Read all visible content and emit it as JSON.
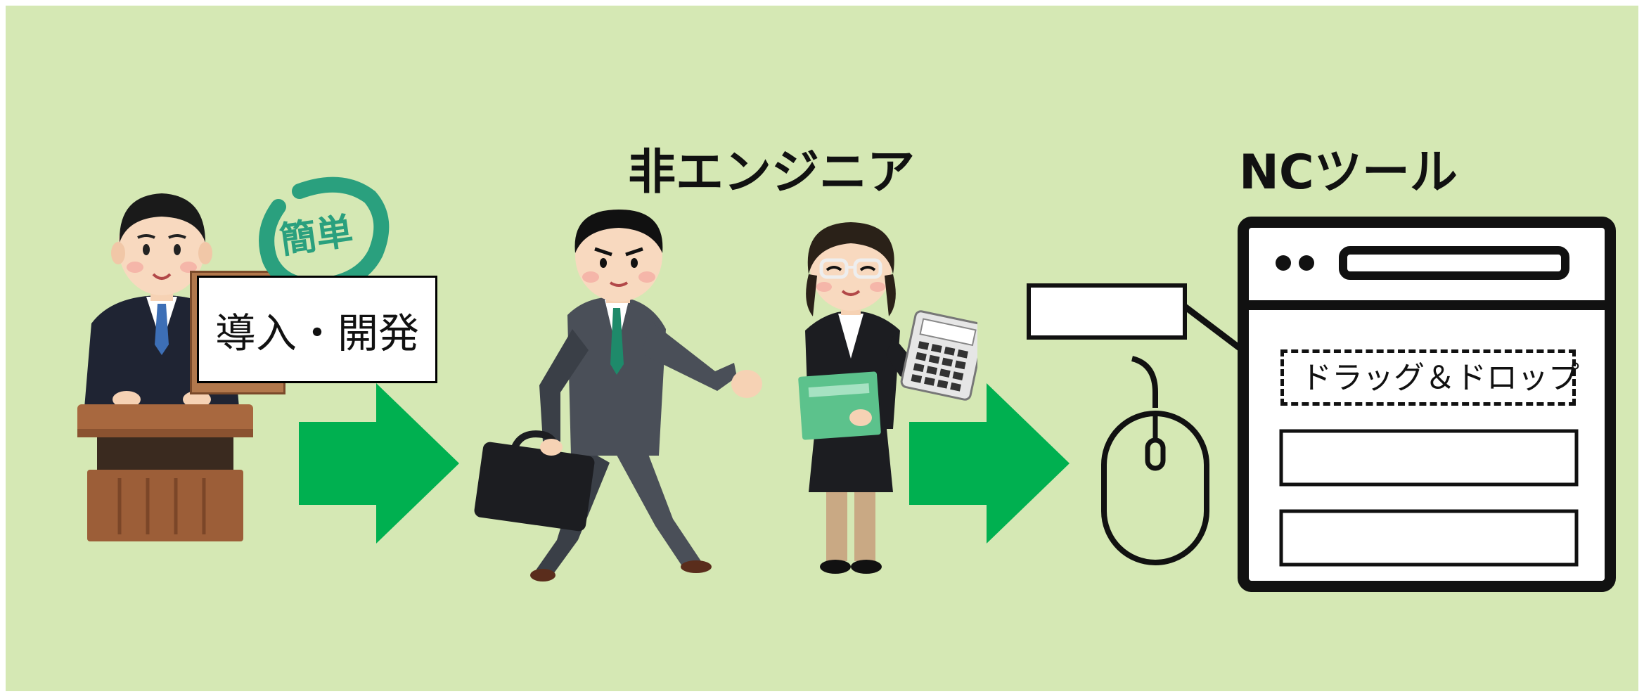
{
  "headings": {
    "non_engineer": "非エンジニア",
    "nc_tool": "NCツール"
  },
  "speaker": {
    "badge": "簡単",
    "sign": "導入・開発"
  },
  "nc_tool": {
    "drag_drop_label": "ドラッグ＆ドロップ"
  },
  "colors": {
    "background": "#d5e8b4",
    "arrow": "#00b050",
    "badge_ring": "#2aa07e",
    "outline": "#111111"
  },
  "icons": {
    "speaker": "politician-at-podium",
    "engineer_man": "businessman-walking-with-briefcase",
    "engineer_woman": "businesswoman-with-calculator",
    "mouse": "computer-mouse-icon",
    "window": "browser-window-icon"
  }
}
